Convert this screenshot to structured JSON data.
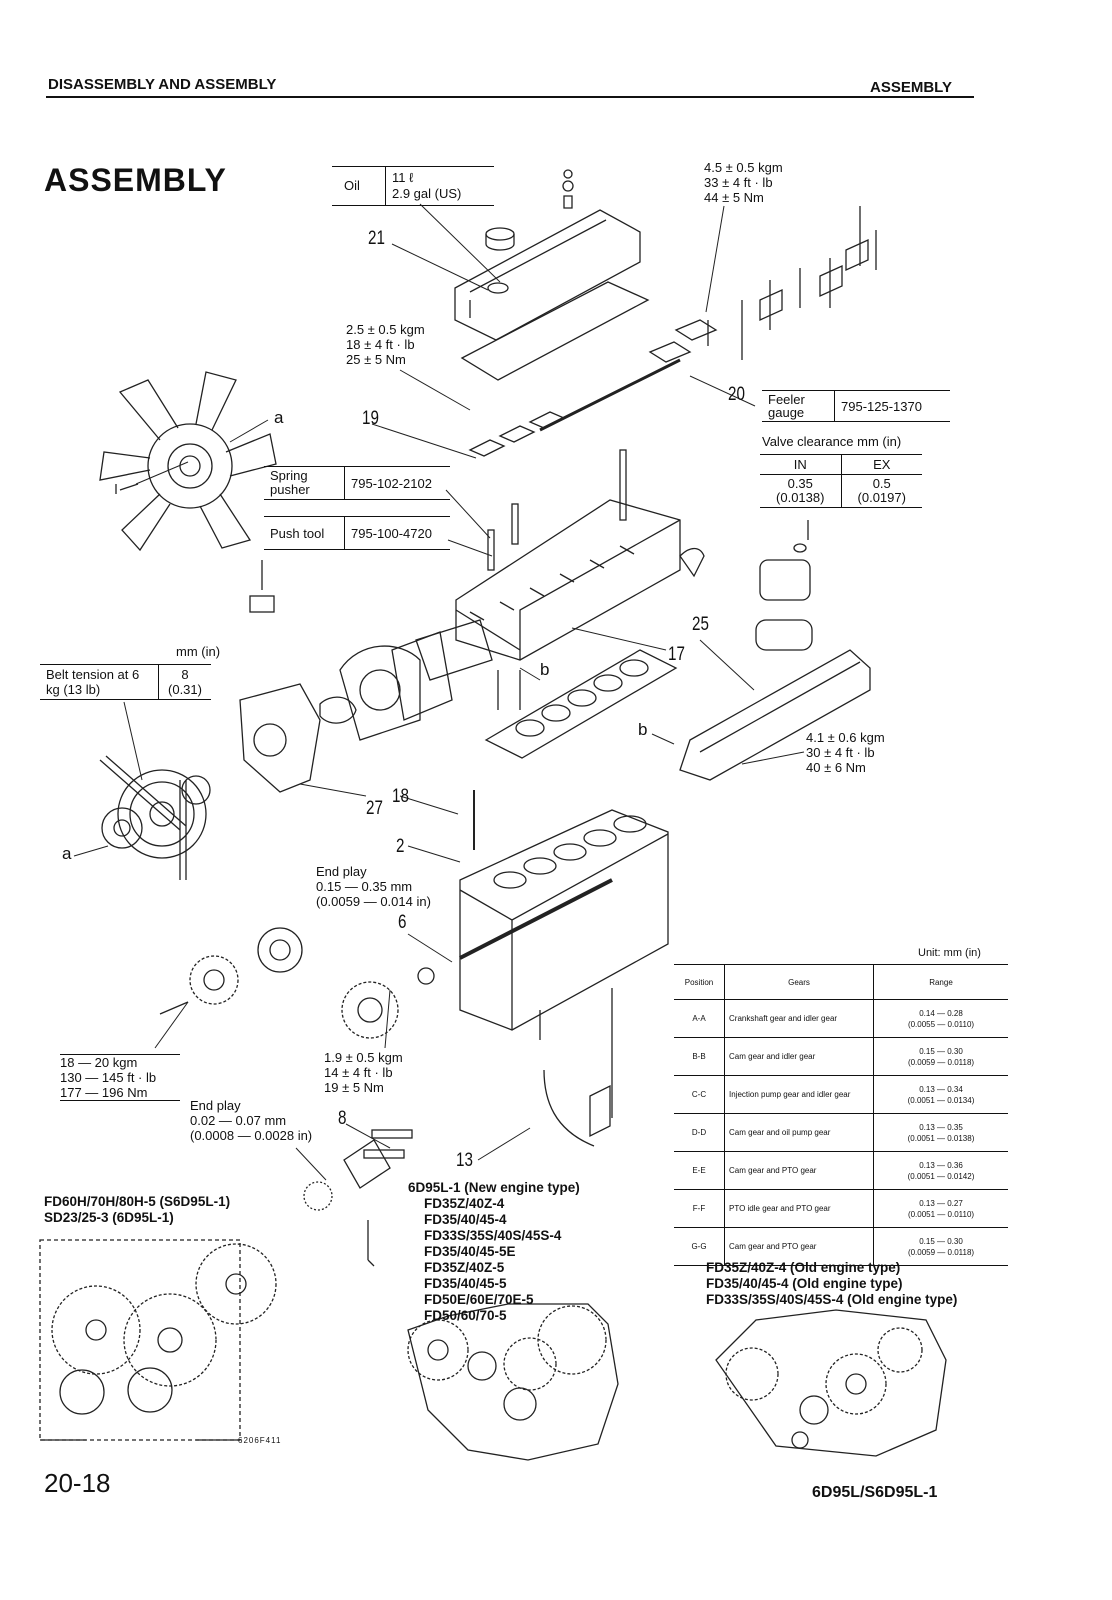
{
  "header": {
    "left": "DISASSEMBLY AND ASSEMBLY",
    "right": "ASSEMBLY"
  },
  "page_title": "ASSEMBLY",
  "oil_box": {
    "label": "Oil",
    "line1": "11 ℓ",
    "line2": "2.9 gal (US)"
  },
  "callouts": {
    "c21": "21",
    "c20": "20",
    "c19": "19",
    "c17": "17",
    "c25": "25",
    "c18": "18",
    "c27": "27",
    "c2": "2",
    "c6": "6",
    "c8": "8",
    "c13": "13",
    "a1": "a",
    "a2": "a",
    "b1": "b",
    "b2": "b"
  },
  "torques": {
    "t1": [
      "4.5 ± 0.5 kgm",
      "33 ± 4 ft · lb",
      "44 ± 5 Nm"
    ],
    "t2": [
      "2.5 ± 0.5 kgm",
      "18 ± 4 ft · lb",
      "25 ± 5 Nm"
    ],
    "t3": [
      "4.1 ± 0.6 kgm",
      "30 ± 4 ft · lb",
      "40 ± 6 Nm"
    ],
    "t4": [
      "1.9 ± 0.5 kgm",
      "14 ± 4 ft · lb",
      "19 ± 5 Nm"
    ],
    "t5": [
      "18 — 20 kgm",
      "130 — 145 ft · lb",
      "177 — 196 Nm"
    ]
  },
  "feeler": {
    "label": "Feeler gauge",
    "part": "795-125-1370"
  },
  "valve_clearance": {
    "title": "Valve clearance  mm (in)",
    "col_in": "IN",
    "col_ex": "EX",
    "in_mm": "0.35",
    "in_in": "(0.0138)",
    "ex_mm": "0.5",
    "ex_in": "(0.0197)"
  },
  "tools": {
    "spring_label": "Spring pusher",
    "spring_part": "795-102-2102",
    "push_label": "Push tool",
    "push_part": "795-100-4720"
  },
  "belt": {
    "unit": "mm (in)",
    "label": "Belt tension at 6 kg (13 lb)",
    "mm": "8",
    "in": "(0.31)"
  },
  "end_play_1": [
    "End play",
    "0.15 — 0.35 mm",
    "(0.0059 — 0.014 in)"
  ],
  "end_play_2": [
    "End play",
    "0.02 — 0.07 mm",
    "(0.0008 — 0.0028 in)"
  ],
  "gear_table": {
    "unit": "Unit:  mm (in)",
    "headers": [
      "Position",
      "Gears",
      "Range"
    ],
    "rows": [
      [
        "A-A",
        "Crankshaft gear and idler gear",
        "0.14 — 0.28",
        "(0.0055 — 0.0110)"
      ],
      [
        "B-B",
        "Cam gear and idler gear",
        "0.15 — 0.30",
        "(0.0059 — 0.0118)"
      ],
      [
        "C-C",
        "Injection pump gear and idler gear",
        "0.13 — 0.34",
        "(0.0051 — 0.0134)"
      ],
      [
        "D-D",
        "Cam gear and oil pump gear",
        "0.13 — 0.35",
        "(0.0051 — 0.0138)"
      ],
      [
        "E-E",
        "Cam gear and PTO gear",
        "0.13 — 0.36",
        "(0.0051 — 0.0142)"
      ],
      [
        "F-F",
        "PTO idle gear and PTO gear",
        "0.13 — 0.27",
        "(0.0051 — 0.0110)"
      ],
      [
        "G-G",
        "Cam gear and PTO gear",
        "0.15 — 0.30",
        "(0.0059 — 0.0118)"
      ]
    ]
  },
  "models_left": [
    "FD60H/70H/80H-5 (S6D95L-1)",
    "SD23/25-3 (6D95L-1)"
  ],
  "models_mid": [
    "6D95L-1 (New engine type)",
    "FD35Z/40Z-4",
    "FD35/40/45-4",
    "FD33S/35S/40S/45S-4",
    "FD35/40/45-5E",
    "FD35Z/40Z-5",
    "FD35/40/45-5",
    "FD50E/60E/70E-5",
    "FD50/60/70-5"
  ],
  "models_right": [
    "FD35Z/40Z-4 (Old engine type)",
    "FD35/40/45-4 (Old engine type)",
    "FD33S/35S/40S/45S-4 (Old engine type)"
  ],
  "fig_code": "6206F411",
  "footer": {
    "page": "20-18",
    "model": "6D95L/S6D95L-1"
  }
}
